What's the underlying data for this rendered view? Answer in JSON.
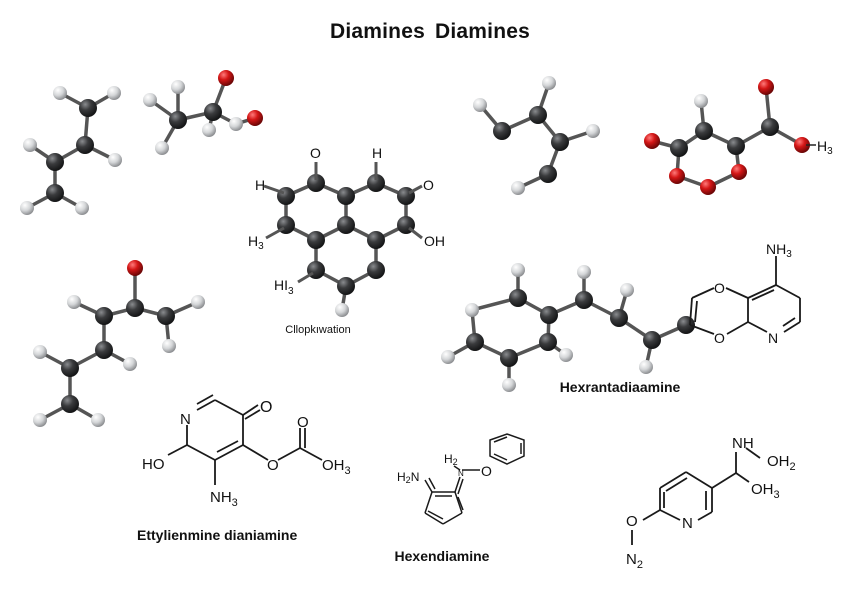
{
  "title": "Diamines  Diamines",
  "colors": {
    "carbon": "#3a3b3d",
    "hydrogen": "#d4d6d8",
    "oxygen": "#d41616",
    "bond": "#555555",
    "line": "#1a1a1a",
    "text": "#111111"
  },
  "captions": {
    "fused_ring": "Cllopkıwation",
    "chain_ring": "Hexrantadiaamine",
    "pyridine_one": "Ettylienmine dianiamine",
    "cyclopentadiene": "Hexendiamine"
  },
  "labels": {
    "fused_ring": {
      "o_top": "O",
      "h_top": "H",
      "h_left": "H",
      "o_right": "O",
      "h3_left": "H",
      "h3_sub": "3",
      "oh_right": "OH",
      "hi3": "HI",
      "hi3_sub": "3"
    },
    "acid_ball": {
      "h3": "H",
      "h3_sub": "3"
    },
    "chain_ring": {
      "nh3": "NH",
      "nh3_sub": "3",
      "o_top": "O",
      "o_bottom": "O",
      "n": "N"
    },
    "pyridine_one": {
      "n": "N",
      "o_ketone": "O",
      "ho": "HO",
      "nh3": "NH",
      "nh3_sub": "3",
      "o_ester": "O",
      "o_carbonyl": "O",
      "oh3": "OH",
      "oh3_sub": "3"
    },
    "cyclopentadiene": {
      "h2n": "H",
      "h2n_sub": "2",
      "h2n_n": "N",
      "h2": "H",
      "h2_sub": "2",
      "n": "N",
      "o": "O"
    },
    "pyridine_two": {
      "nh": "NH",
      "oh2": "OH",
      "oh2_sub": "2",
      "oh3": "OH",
      "oh3_sub": "3",
      "o": "O",
      "n": "N",
      "n2": "N",
      "n2_sub": "2"
    }
  },
  "molecules": [
    {
      "id": "butadiene-ball",
      "atoms": [
        [
          "C",
          88,
          108
        ],
        [
          "C",
          85,
          145
        ],
        [
          "C",
          55,
          162
        ],
        [
          "C",
          55,
          193
        ],
        [
          "H",
          60,
          93
        ],
        [
          "H",
          114,
          93
        ],
        [
          "H",
          30,
          145
        ],
        [
          "H",
          115,
          160
        ],
        [
          "H",
          27,
          208
        ],
        [
          "H",
          82,
          208
        ]
      ],
      "bonds": [
        [
          0,
          1
        ],
        [
          1,
          2
        ],
        [
          2,
          3
        ],
        [
          0,
          4
        ],
        [
          0,
          5
        ],
        [
          2,
          6
        ],
        [
          1,
          7
        ],
        [
          3,
          8
        ],
        [
          3,
          9
        ]
      ]
    },
    {
      "id": "propanoic-ball",
      "atoms": [
        [
          "C",
          178,
          120
        ],
        [
          "C",
          213,
          112
        ],
        [
          "O",
          226,
          78
        ],
        [
          "O",
          255,
          118
        ],
        [
          "H",
          178,
          87
        ],
        [
          "H",
          150,
          100
        ],
        [
          "H",
          162,
          148
        ],
        [
          "H",
          209,
          130
        ],
        [
          "H",
          236,
          124
        ]
      ],
      "bonds": [
        [
          0,
          1
        ],
        [
          1,
          2
        ],
        [
          0,
          4
        ],
        [
          0,
          5
        ],
        [
          0,
          6
        ],
        [
          1,
          7
        ],
        [
          1,
          8
        ],
        [
          8,
          3
        ]
      ]
    },
    {
      "id": "propenyl-ball",
      "atoms": [
        [
          "C",
          502,
          131
        ],
        [
          "C",
          538,
          115
        ],
        [
          "C",
          560,
          142
        ],
        [
          "C",
          548,
          174
        ],
        [
          "H",
          480,
          105
        ],
        [
          "H",
          549,
          83
        ],
        [
          "H",
          593,
          131
        ],
        [
          "H",
          518,
          188
        ]
      ],
      "bonds": [
        [
          0,
          1
        ],
        [
          1,
          2
        ],
        [
          2,
          3
        ],
        [
          0,
          4
        ],
        [
          1,
          5
        ],
        [
          2,
          6
        ],
        [
          3,
          7
        ]
      ]
    },
    {
      "id": "acid-ring-ball",
      "atoms": [
        [
          "C",
          679,
          148
        ],
        [
          "C",
          704,
          131
        ],
        [
          "C",
          736,
          146
        ],
        [
          "C",
          770,
          127
        ],
        [
          "O",
          652,
          141
        ],
        [
          "O",
          677,
          176
        ],
        [
          "O",
          708,
          187
        ],
        [
          "O",
          739,
          172
        ],
        [
          "O",
          766,
          87
        ],
        [
          "O",
          802,
          145
        ],
        [
          "H",
          701,
          101
        ]
      ],
      "bonds": [
        [
          0,
          1
        ],
        [
          1,
          2
        ],
        [
          2,
          3
        ],
        [
          0,
          4
        ],
        [
          0,
          5
        ],
        [
          5,
          6
        ],
        [
          6,
          7
        ],
        [
          7,
          2
        ],
        [
          3,
          8
        ],
        [
          3,
          9
        ],
        [
          1,
          10
        ]
      ]
    },
    {
      "id": "fused-ring-ball",
      "atoms": [
        [
          "C",
          286,
          196
        ],
        [
          "C",
          286,
          225
        ],
        [
          "C",
          316,
          183
        ],
        [
          "C",
          346,
          196
        ],
        [
          "C",
          346,
          225
        ],
        [
          "C",
          376,
          183
        ],
        [
          "C",
          406,
          196
        ],
        [
          "C",
          406,
          225
        ],
        [
          "C",
          316,
          240
        ],
        [
          "C",
          376,
          240
        ],
        [
          "C",
          316,
          270
        ],
        [
          "C",
          346,
          286
        ],
        [
          "C",
          376,
          270
        ],
        [
          "H",
          342,
          310
        ]
      ],
      "bonds": [
        [
          0,
          1
        ],
        [
          0,
          2
        ],
        [
          2,
          3
        ],
        [
          3,
          4
        ],
        [
          3,
          5
        ],
        [
          5,
          6
        ],
        [
          6,
          7
        ],
        [
          7,
          9
        ],
        [
          4,
          9
        ],
        [
          4,
          8
        ],
        [
          1,
          8
        ],
        [
          8,
          10
        ],
        [
          10,
          11
        ],
        [
          11,
          12
        ],
        [
          12,
          9
        ],
        [
          11,
          13
        ]
      ]
    },
    {
      "id": "heptadienone-ball",
      "atoms": [
        [
          "C",
          135,
          308
        ],
        [
          "O",
          135,
          268
        ],
        [
          "C",
          104,
          316
        ],
        [
          "C",
          166,
          316
        ],
        [
          "C",
          104,
          350
        ],
        [
          "C",
          70,
          368
        ],
        [
          "C",
          70,
          404
        ],
        [
          "H",
          74,
          302
        ],
        [
          "H",
          198,
          302
        ],
        [
          "H",
          169,
          346
        ],
        [
          "H",
          130,
          364
        ],
        [
          "H",
          40,
          352
        ],
        [
          "H",
          40,
          420
        ],
        [
          "H",
          98,
          420
        ]
      ],
      "bonds": [
        [
          0,
          1
        ],
        [
          0,
          2
        ],
        [
          0,
          3
        ],
        [
          2,
          4
        ],
        [
          4,
          5
        ],
        [
          5,
          6
        ],
        [
          2,
          7
        ],
        [
          3,
          8
        ],
        [
          3,
          9
        ],
        [
          4,
          10
        ],
        [
          5,
          11
        ],
        [
          6,
          12
        ],
        [
          6,
          13
        ]
      ]
    },
    {
      "id": "phenyl-chain-ball",
      "atoms": [
        [
          "C",
          518,
          298
        ],
        [
          "C",
          549,
          315
        ],
        [
          "C",
          548,
          342
        ],
        [
          "C",
          509,
          358
        ],
        [
          "C",
          475,
          342
        ],
        [
          "C",
          584,
          300
        ],
        [
          "C",
          619,
          318
        ],
        [
          "C",
          652,
          340
        ],
        [
          "C",
          686,
          325
        ],
        [
          "H",
          518,
          270
        ],
        [
          "H",
          472,
          310
        ],
        [
          "H",
          448,
          357
        ],
        [
          "H",
          509,
          385
        ],
        [
          "H",
          566,
          355
        ],
        [
          "H",
          584,
          272
        ],
        [
          "H",
          627,
          290
        ],
        [
          "H",
          646,
          367
        ]
      ],
      "bonds": [
        [
          0,
          1
        ],
        [
          1,
          2
        ],
        [
          2,
          3
        ],
        [
          3,
          4
        ],
        [
          4,
          10
        ],
        [
          10,
          0
        ],
        [
          1,
          5
        ],
        [
          5,
          6
        ],
        [
          6,
          7
        ],
        [
          7,
          8
        ],
        [
          0,
          9
        ],
        [
          4,
          11
        ],
        [
          3,
          12
        ],
        [
          2,
          13
        ],
        [
          5,
          14
        ],
        [
          6,
          15
        ],
        [
          7,
          16
        ]
      ]
    }
  ]
}
